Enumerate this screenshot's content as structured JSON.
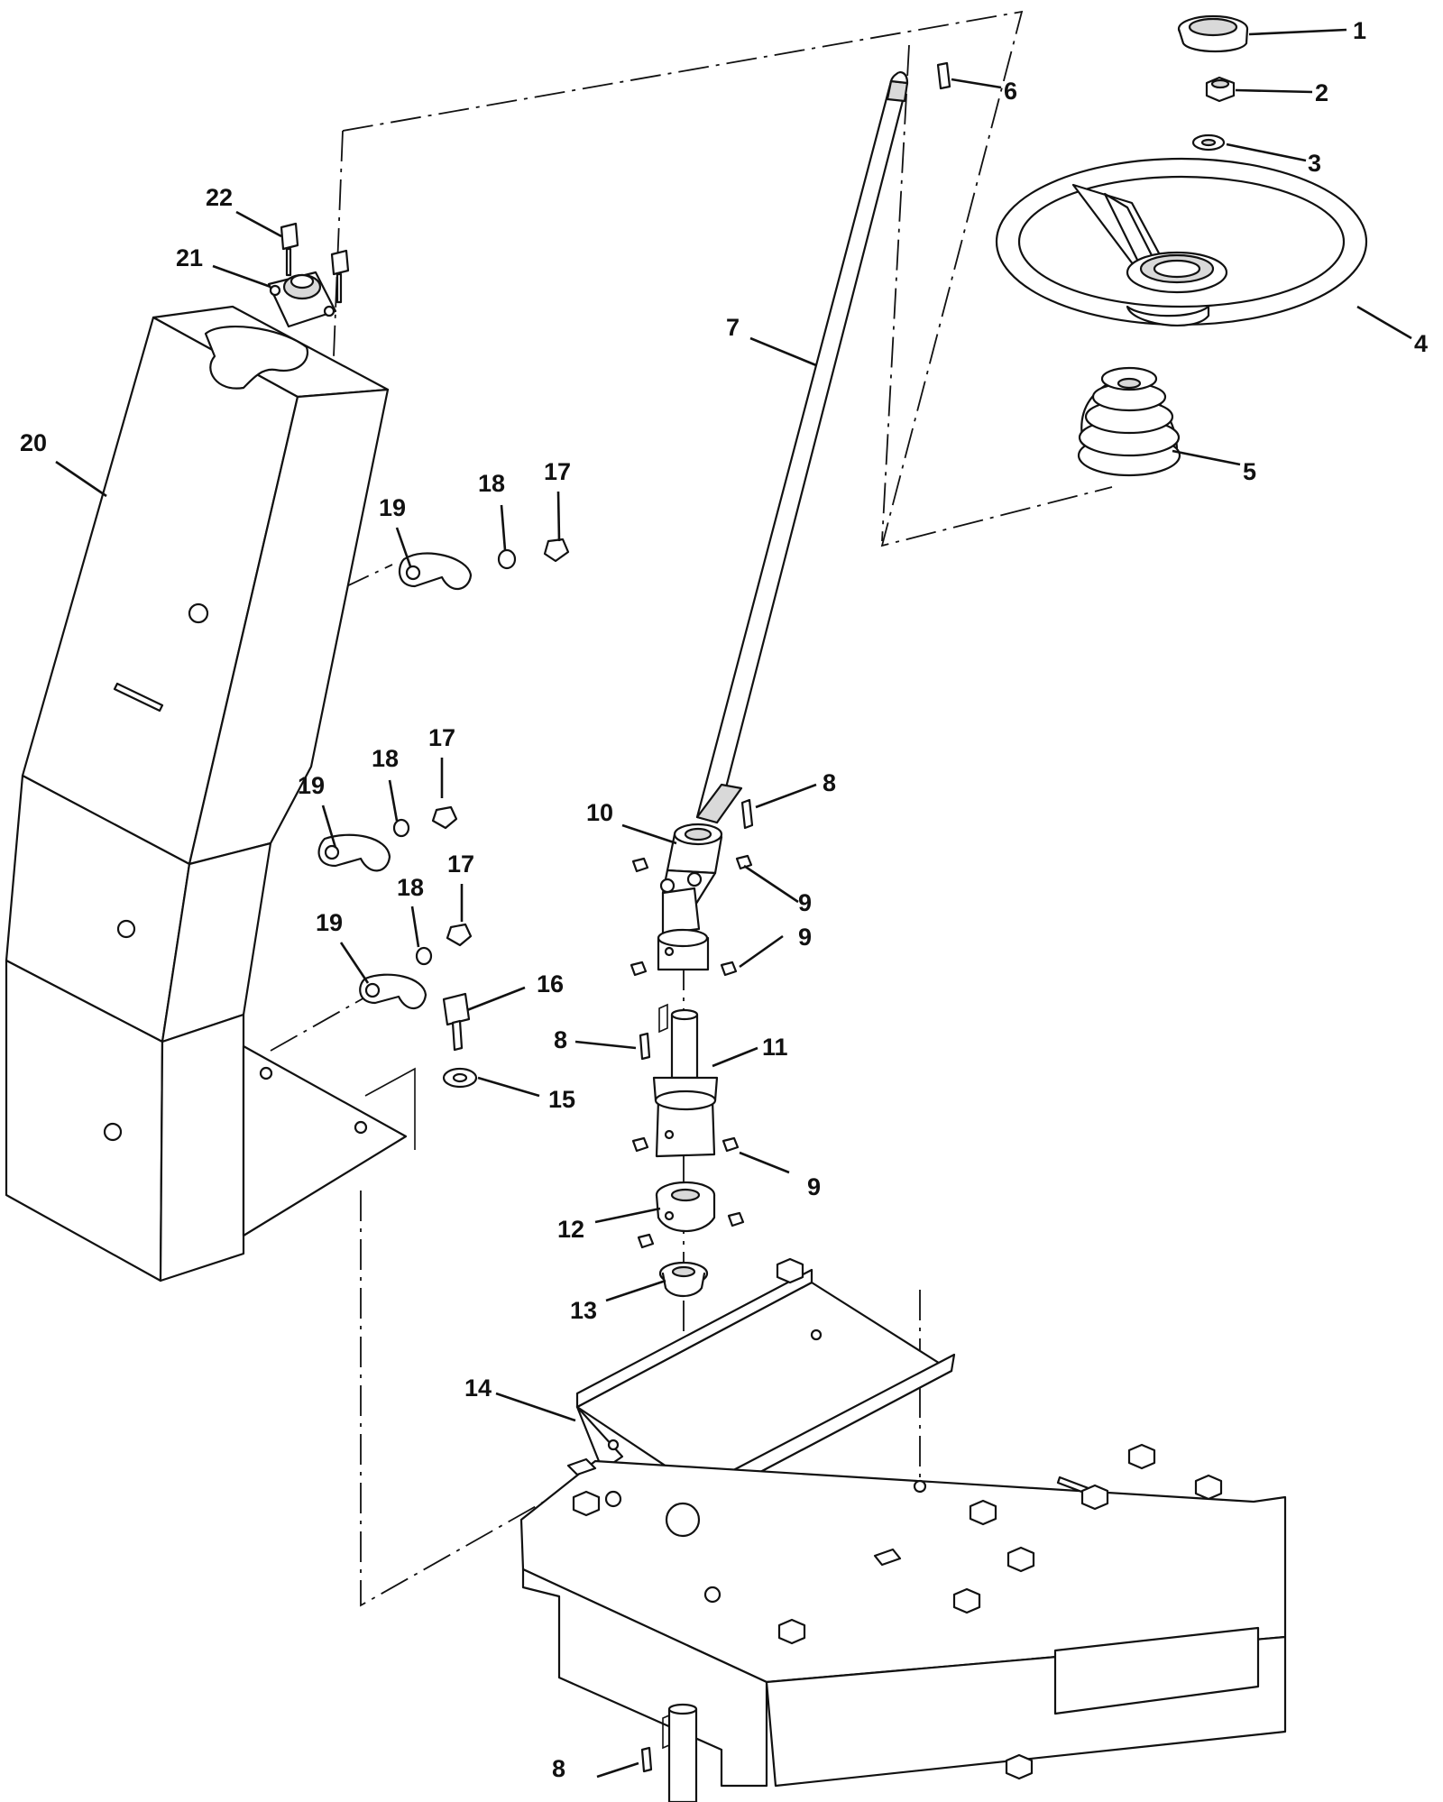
{
  "diagram": {
    "type": "exploded-parts-diagram",
    "callouts": [
      {
        "id": "c1",
        "label": "1"
      },
      {
        "id": "c2",
        "label": "2"
      },
      {
        "id": "c3",
        "label": "3"
      },
      {
        "id": "c4",
        "label": "4"
      },
      {
        "id": "c5",
        "label": "5"
      },
      {
        "id": "c6",
        "label": "6"
      },
      {
        "id": "c7",
        "label": "7"
      },
      {
        "id": "c8a",
        "label": "8"
      },
      {
        "id": "c8b",
        "label": "8"
      },
      {
        "id": "c8c",
        "label": "8"
      },
      {
        "id": "c9a",
        "label": "9"
      },
      {
        "id": "c9b",
        "label": "9"
      },
      {
        "id": "c9c",
        "label": "9"
      },
      {
        "id": "c10",
        "label": "10"
      },
      {
        "id": "c11",
        "label": "11"
      },
      {
        "id": "c12",
        "label": "12"
      },
      {
        "id": "c13",
        "label": "13"
      },
      {
        "id": "c14",
        "label": "14"
      },
      {
        "id": "c15",
        "label": "15"
      },
      {
        "id": "c16",
        "label": "16"
      },
      {
        "id": "c17a",
        "label": "17"
      },
      {
        "id": "c17b",
        "label": "17"
      },
      {
        "id": "c17c",
        "label": "17"
      },
      {
        "id": "c18a",
        "label": "18"
      },
      {
        "id": "c18b",
        "label": "18"
      },
      {
        "id": "c18c",
        "label": "18"
      },
      {
        "id": "c19a",
        "label": "19"
      },
      {
        "id": "c19b",
        "label": "19"
      },
      {
        "id": "c19c",
        "label": "19"
      },
      {
        "id": "c20",
        "label": "20"
      },
      {
        "id": "c21",
        "label": "21"
      },
      {
        "id": "c22",
        "label": "22"
      }
    ]
  }
}
